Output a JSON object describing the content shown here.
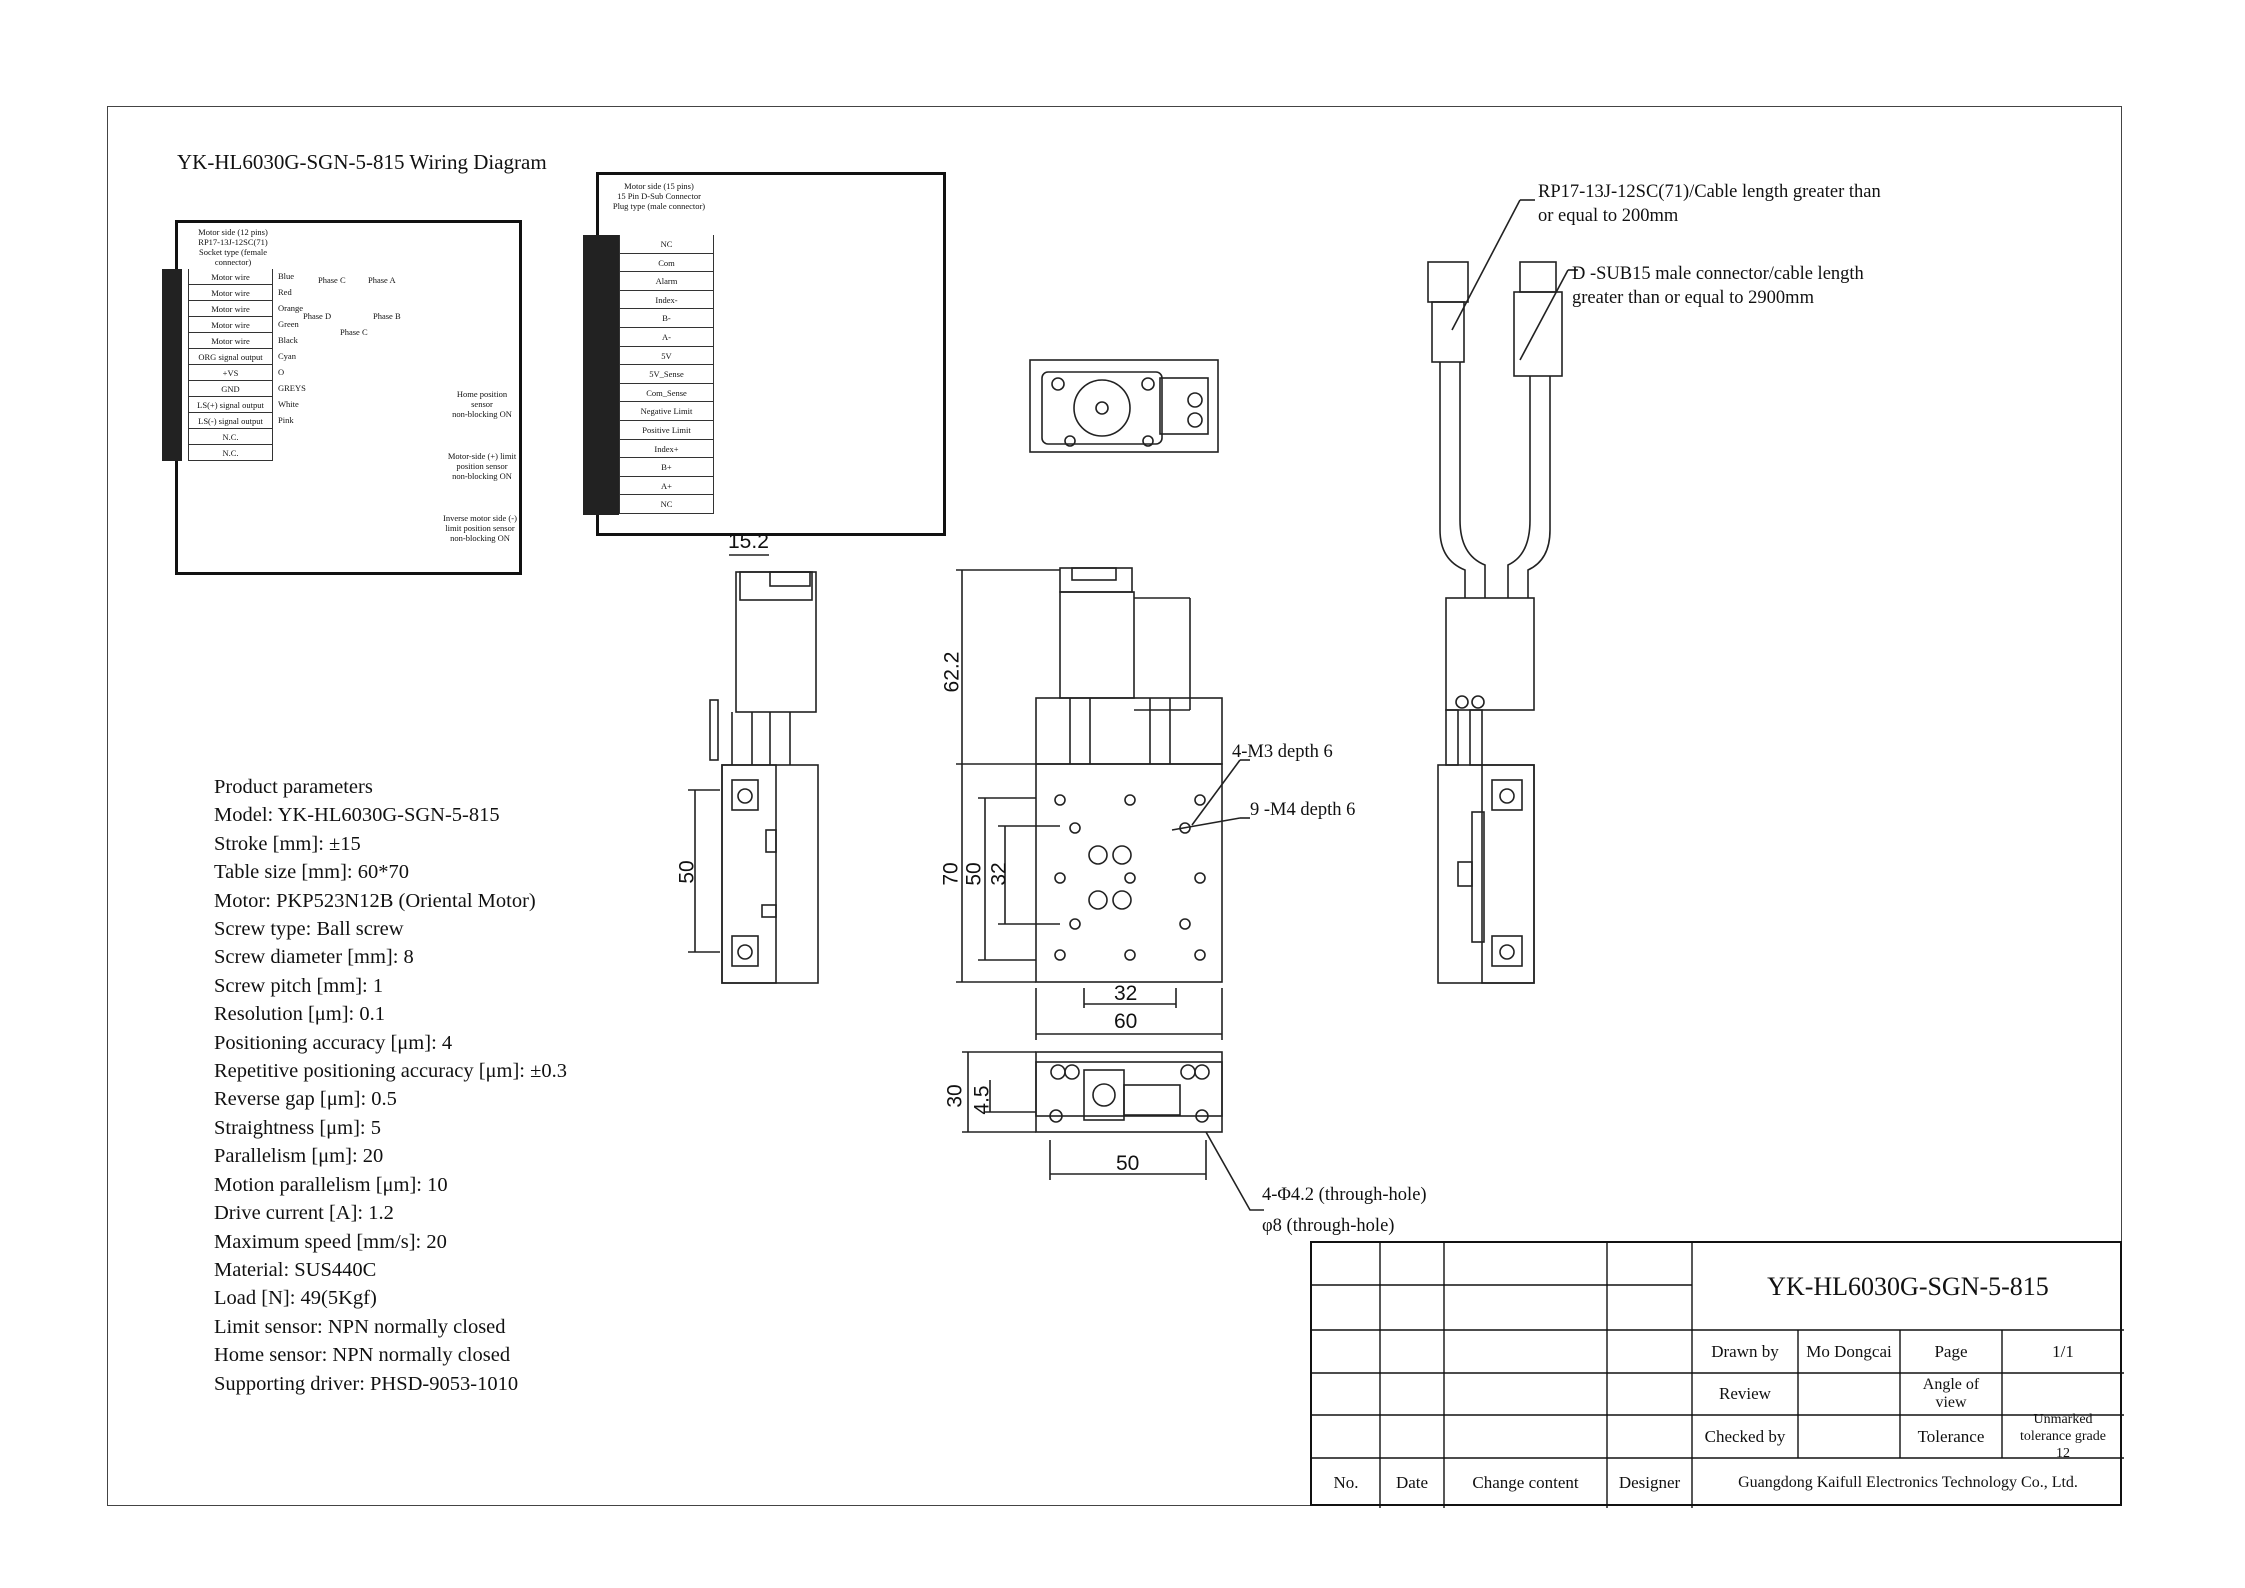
{
  "diagram": {
    "title": "YK-HL6030G-SGN-5-815 Wiring Diagram",
    "motor_side_12": [
      "Motor side (12 pins)",
      "RP17-13J-12SC(71)",
      "Socket type (female",
      "connector)"
    ],
    "pins_12": [
      "Motor wire",
      "Motor wire",
      "Motor wire",
      "Motor wire",
      "Motor wire",
      "ORG signal output",
      "+VS",
      "GND",
      "LS(+) signal output",
      "LS(-) signal output",
      "N.C.",
      "N.C."
    ],
    "wire_colors": [
      "Blue",
      "Red",
      "Orange",
      "Green",
      "Black",
      "Cyan",
      "O",
      "GREYS",
      "White",
      "Pink"
    ],
    "phase_labels": [
      "Phase C",
      "Phase A",
      "Phase D",
      "Phase B",
      "Phase C"
    ],
    "sensors": [
      "Home position sensor",
      "non-blocking ON",
      "Motor-side (+) limit",
      "position sensor",
      "non-blocking ON",
      "Inverse motor side (-)",
      "limit position sensor",
      "non-blocking ON"
    ],
    "motor_side_15": [
      "Motor side (15 pins)",
      "15 Pin D-Sub Connector",
      "Plug type (male connector)"
    ],
    "pins_15": [
      "NC",
      "Com",
      "Alarm",
      "Index-",
      "B-",
      "A-",
      "5V",
      "5V_Sense",
      "Com_Sense",
      "Negative Limit",
      "Positive Limit",
      "Index+",
      "B+",
      "A+",
      "NC"
    ],
    "cable_note_1": [
      "RP17-13J-12SC(71)/Cable length greater than",
      "or equal to 200mm"
    ],
    "cable_note_2": [
      "D -SUB15 male connector/cable length",
      "greater than or equal to 2900mm"
    ],
    "hole_note_1": "4-M3 depth 6",
    "hole_note_2": "9 -M4 depth 6",
    "hole_note_3": "4-Φ4.2 (through-hole)",
    "hole_note_4": "φ8 (through-hole)",
    "dims": {
      "d152": "15.2",
      "d622": "62.2",
      "d50a": "50",
      "d70": "70",
      "d50b": "50",
      "d32a": "32",
      "d32b": "32",
      "d60": "60",
      "d30": "30",
      "d45": "4.5",
      "d50c": "50"
    }
  },
  "params": [
    "Product parameters",
    "Model: YK-HL6030G-SGN-5-815",
    "Stroke [mm]: ±15",
    "Table size [mm]: 60*70",
    "Motor: PKP523N12B (Oriental Motor)",
    "Screw type: Ball screw",
    "Screw diameter [mm]: 8",
    "Screw pitch [mm]: 1",
    "Resolution [μm]: 0.1",
    "Positioning accuracy [μm]: 4",
    "Repetitive positioning accuracy [μm]: ±0.3",
    "Reverse gap [μm]: 0.5",
    "Straightness [μm]: 5",
    "Parallelism [μm]: 20",
    "Motion parallelism [μm]: 10",
    "Drive current [A]: 1.2",
    "Maximum speed [mm/s]: 20",
    "Material: SUS440C",
    "Load [N]: 49(5Kgf)",
    "Limit sensor: NPN normally closed",
    "Home sensor: NPN normally closed",
    "Supporting driver: PHSD-9053-1010"
  ],
  "titleblock": {
    "model": "YK-HL6030G-SGN-5-815",
    "drawn_by_label": "Drawn by",
    "drawn_by": "Mo Dongcai",
    "page_label": "Page",
    "page": "1/1",
    "review_label": "Review",
    "angle_label": "Angle of view",
    "checked_label": "Checked by",
    "tolerance_label": "Tolerance",
    "tolerance": "Unmarked tolerance grade 12",
    "no": "No.",
    "date": "Date",
    "change": "Change content",
    "designer": "Designer",
    "company": "Guangdong Kaifull Electronics Technology Co., Ltd."
  }
}
